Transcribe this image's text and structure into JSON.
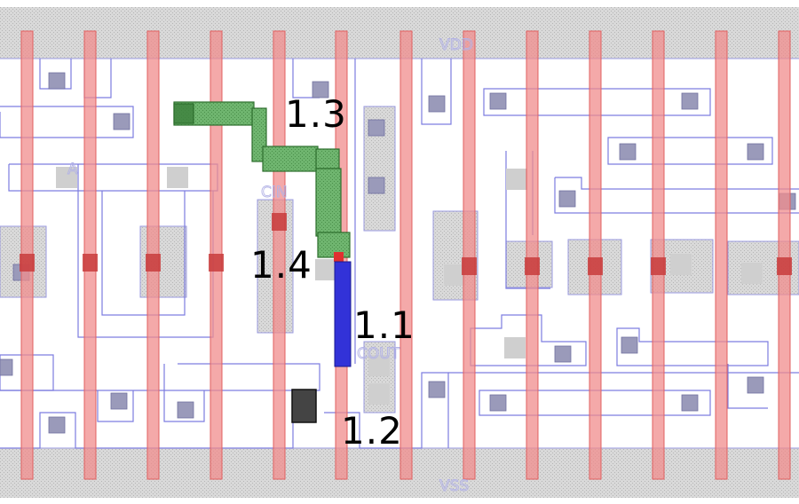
{
  "diagram": {
    "net_labels": {
      "vdd": "VDD",
      "vss": "VSS",
      "cin": "CIN",
      "cout": "COUT",
      "a": "A"
    },
    "annotations": {
      "a11": "1.1",
      "a12": "1.2",
      "a13": "1.3",
      "a14": "1.4"
    },
    "colors": {
      "poly": "#f07a7a",
      "metal1": "#7d7de0",
      "diffusion": "#c8c8c8",
      "highlight_metal": "#3232d8",
      "highlight_path": "#3c9a3c",
      "highlight_via": "#333333"
    }
  }
}
